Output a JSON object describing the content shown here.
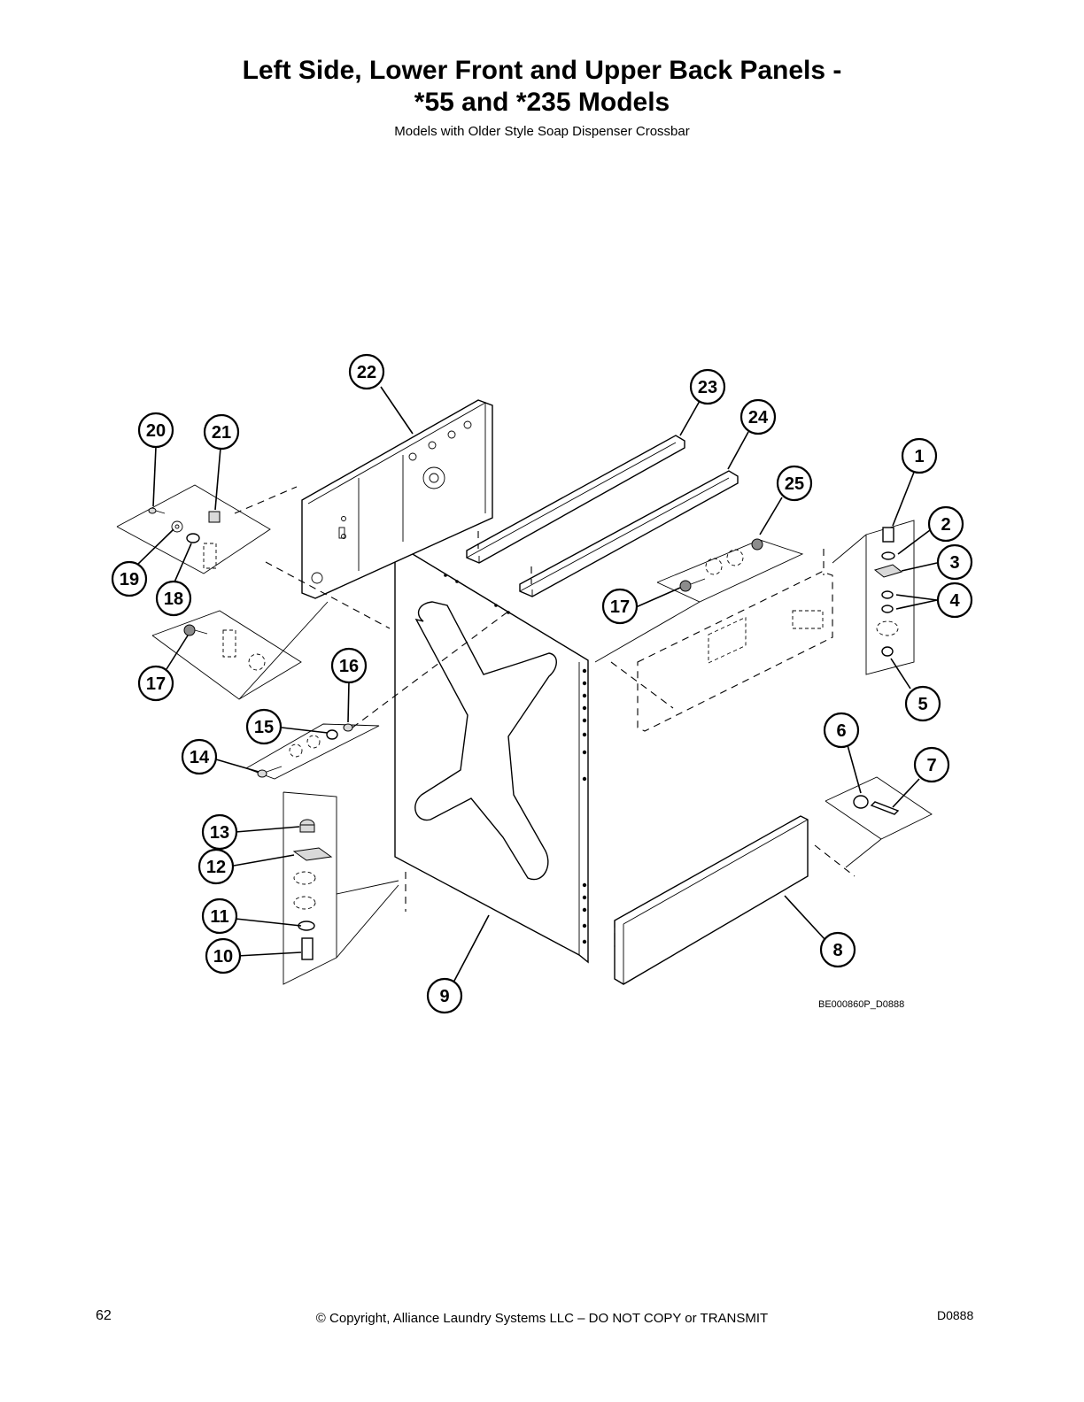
{
  "header": {
    "title_line1": "Left Side, Lower Front and Upper Back Panels -",
    "title_line2": "*55 and *235 Models",
    "subtitle": "Models with Older Style Soap Dispenser Crossbar"
  },
  "diagram": {
    "drawing_id": "BE000860P_D0888",
    "callouts": [
      "1",
      "2",
      "3",
      "4",
      "5",
      "6",
      "7",
      "8",
      "9",
      "10",
      "11",
      "12",
      "13",
      "14",
      "15",
      "16",
      "17",
      "18",
      "19",
      "20",
      "21",
      "22",
      "23",
      "24",
      "25"
    ]
  },
  "footer": {
    "page_number": "62",
    "copyright": "© Copyright, Alliance Laundry Systems LLC – DO NOT COPY or TRANSMIT",
    "doc_id": "D0888"
  }
}
